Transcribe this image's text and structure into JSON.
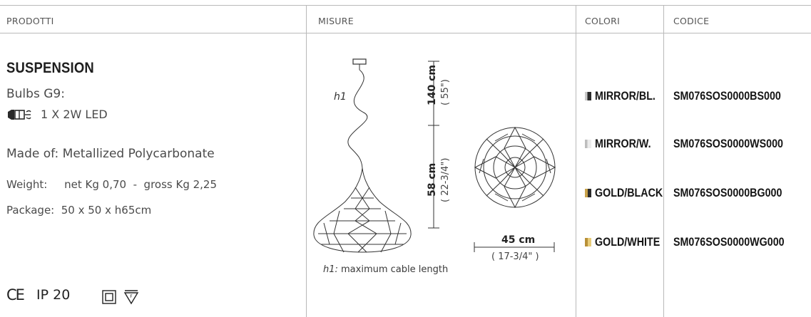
{
  "columns": {
    "products": "PRODOTTI",
    "sizes": "MISURE",
    "colors": "COLORI",
    "code": "CODICE"
  },
  "product": {
    "title": "SUSPENSION",
    "bulbs_label": "Bulbs G9:",
    "bulb_spec": "1 X 2W LED",
    "material": "Made of: Metallized Polycarbonate",
    "weight": "Weight:     net Kg 0,70  -  gross Kg 2,25",
    "package": "Package:  50 x 50 x h65cm",
    "certifications": {
      "ce": "CE",
      "ip": "IP 20"
    }
  },
  "drawing": {
    "h1_label": "h1",
    "cable_cm": "140 cm",
    "cable_in": "( 55\")",
    "height_cm": "58 cm",
    "height_in": "( 22-3/4\")",
    "width_cm": "45 cm",
    "width_in": "( 17-3/4\" )",
    "note_key": "h1:",
    "note_text": " maximum cable length"
  },
  "variants": [
    {
      "color": "MIRROR/BL.",
      "code": "SM076SOS0000BS000",
      "swatch_a": "#c9c9c9",
      "swatch_b": "#2b2b2b"
    },
    {
      "color": "MIRROR/W.",
      "code": "SM076SOS0000WS000",
      "swatch_a": "#d8d8d8",
      "swatch_b": "#f2f2f2"
    },
    {
      "color": "GOLD/BLACK",
      "code": "SM076SOS0000BG000",
      "swatch_a": "#c9a24a",
      "swatch_b": "#2b2b2b"
    },
    {
      "color": "GOLD/WHITE",
      "code": "SM076SOS0000WG000",
      "swatch_a": "#c9a24a",
      "swatch_b": "#f0e0b0"
    }
  ]
}
